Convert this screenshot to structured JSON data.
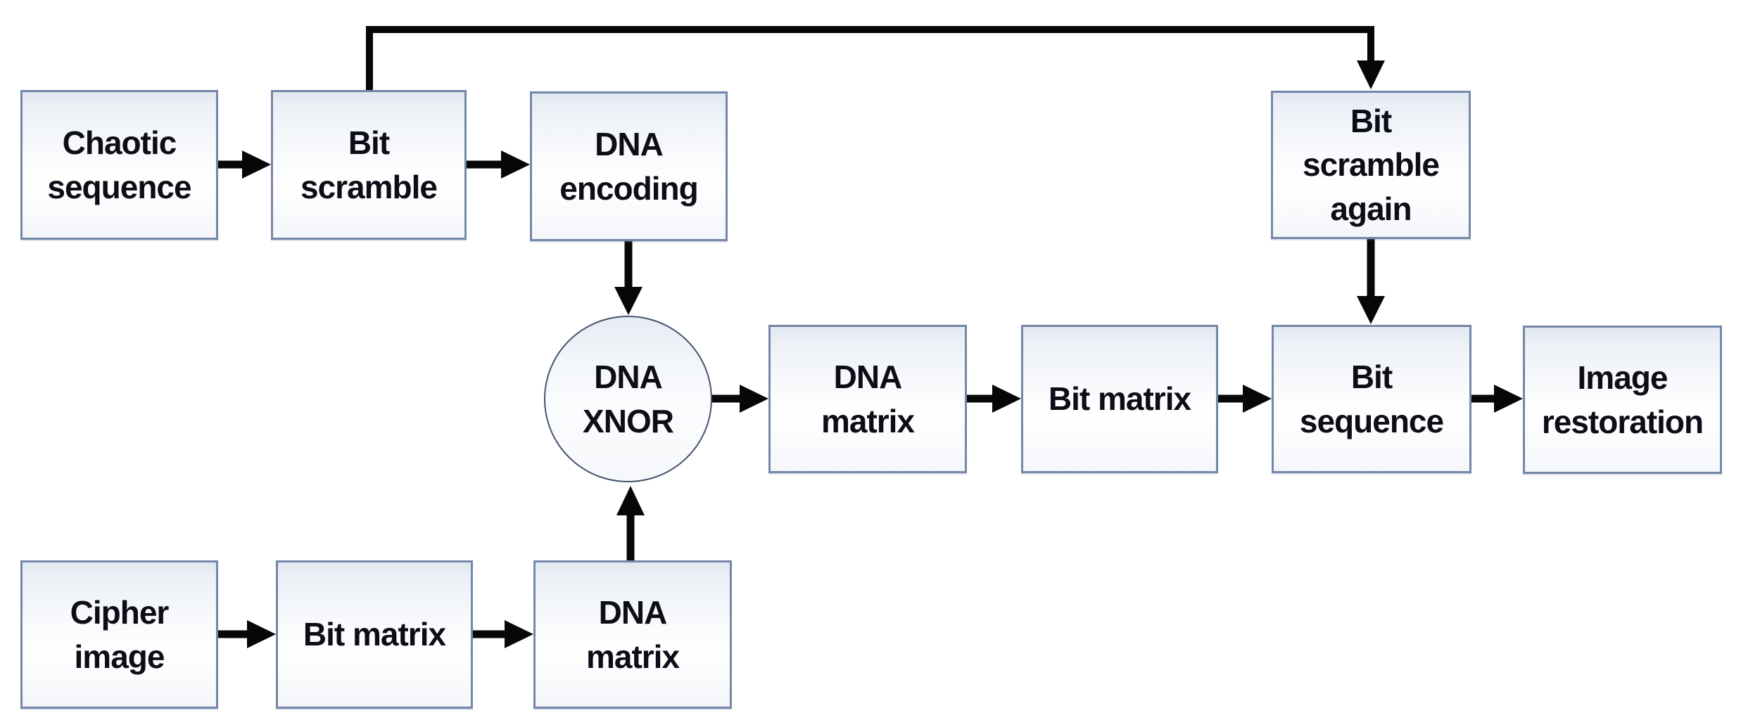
{
  "diagram": {
    "description": "Flowchart of image decryption pipeline using chaotic sequence and DNA operations",
    "colors": {
      "background": "#ffffff",
      "box_border": "#7487a8",
      "circle_border": "#45536e",
      "box_fill_light": "#e7ecf4",
      "arrow": "#070707",
      "text": "#0d0d17"
    },
    "nodes": {
      "chaotic_sequence": {
        "label": "Chaotic\nsequence"
      },
      "bit_scramble": {
        "label": "Bit\nscramble"
      },
      "dna_encoding": {
        "label": "DNA\nencoding"
      },
      "bit_scramble_again": {
        "label": "Bit\nscramble\nagain"
      },
      "dna_xnor": {
        "label": "DNA\nXNOR"
      },
      "dna_matrix_mid": {
        "label": "DNA\nmatrix"
      },
      "bit_matrix_mid": {
        "label": "Bit matrix"
      },
      "bit_sequence": {
        "label": "Bit\nsequence"
      },
      "image_restoration": {
        "label": "Image\nrestoration"
      },
      "cipher_image": {
        "label": "Cipher\nimage"
      },
      "bit_matrix_bottom": {
        "label": "Bit matrix"
      },
      "dna_matrix_bottom": {
        "label": "DNA\nmatrix"
      }
    }
  }
}
